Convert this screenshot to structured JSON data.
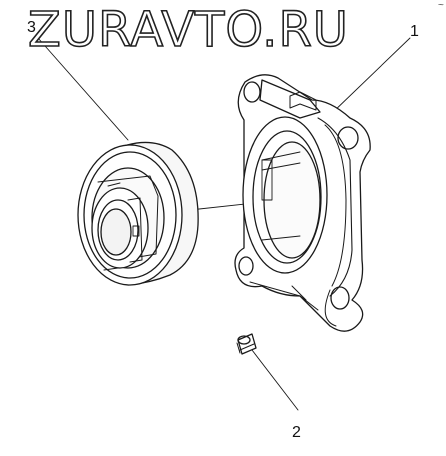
{
  "watermark": "ZURAVTO.RU",
  "callouts": {
    "one": "1",
    "two": "2",
    "three": "3"
  },
  "corner_mark": "~",
  "parts": [
    "bearing-housing-flange",
    "grease-nipple",
    "bearing-assembly"
  ]
}
